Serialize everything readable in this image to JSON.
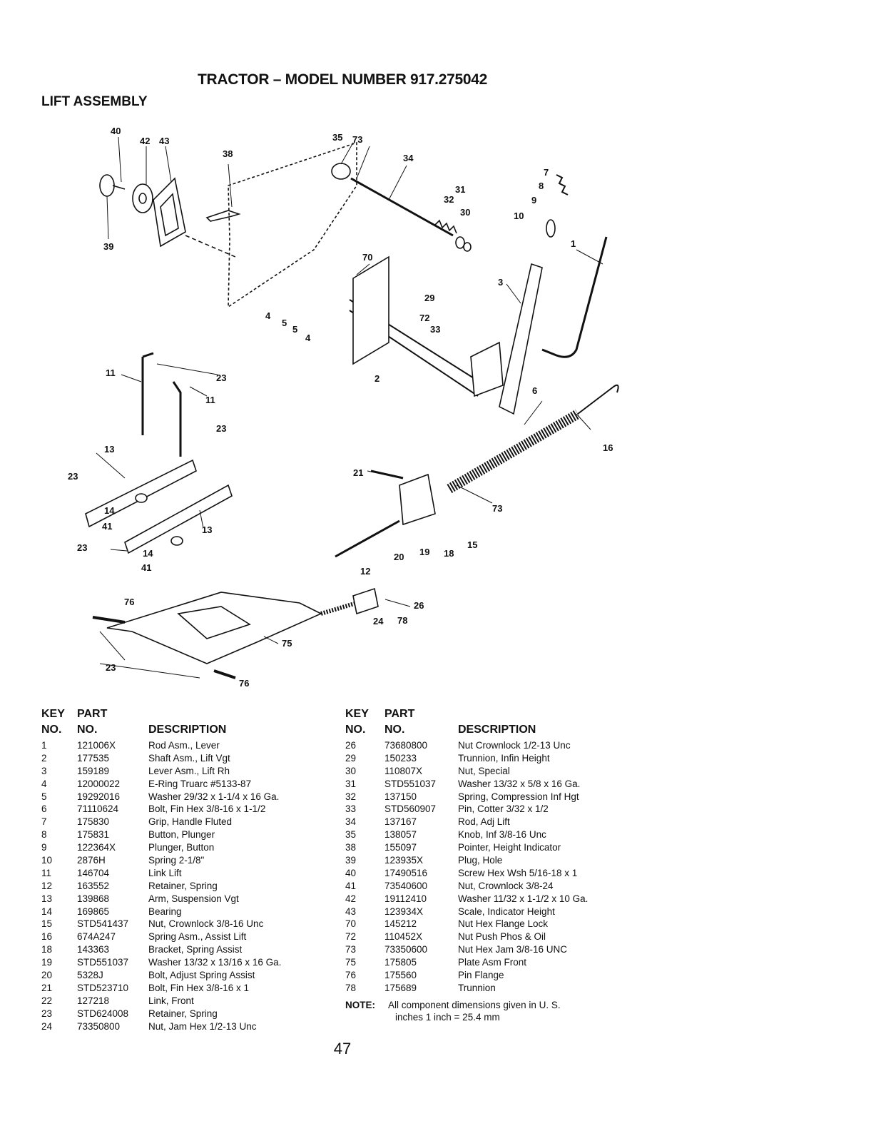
{
  "header": {
    "title": "TRACTOR – MODEL NUMBER 917.275042",
    "section": "LIFT ASSEMBLY"
  },
  "diagram": {
    "callouts": [
      "40",
      "42",
      "43",
      "38",
      "39",
      "35",
      "73",
      "34",
      "7",
      "8",
      "9",
      "10",
      "32",
      "31",
      "30",
      "1",
      "70",
      "3",
      "29",
      "72",
      "33",
      "4",
      "5",
      "5",
      "4",
      "2",
      "11",
      "23",
      "11",
      "6",
      "16",
      "23",
      "13",
      "23",
      "21",
      "73",
      "14",
      "41",
      "13",
      "15",
      "23",
      "14",
      "41",
      "20",
      "19",
      "18",
      "12",
      "76",
      "26",
      "24",
      "78",
      "75",
      "23",
      "76"
    ]
  },
  "parts_table": {
    "headers": {
      "key_line1": "KEY",
      "part_line1": "PART",
      "key_line2": "NO.",
      "part_line2": "NO.",
      "description": "DESCRIPTION"
    },
    "left": [
      {
        "key": "1",
        "part": "121006X",
        "desc": "Rod Asm., Lever"
      },
      {
        "key": "2",
        "part": "177535",
        "desc": "Shaft Asm., Lift Vgt"
      },
      {
        "key": "3",
        "part": "159189",
        "desc": "Lever Asm., Lift Rh"
      },
      {
        "key": "4",
        "part": "12000022",
        "desc": "E-Ring Truarc #5133-87"
      },
      {
        "key": "5",
        "part": "19292016",
        "desc": "Washer 29/32 x 1-1/4 x 16 Ga."
      },
      {
        "key": "6",
        "part": "71110624",
        "desc": "Bolt, Fin Hex 3/8-16 x 1-1/2"
      },
      {
        "key": "7",
        "part": "175830",
        "desc": "Grip, Handle Fluted"
      },
      {
        "key": "8",
        "part": "175831",
        "desc": "Button, Plunger"
      },
      {
        "key": "9",
        "part": "122364X",
        "desc": "Plunger, Button"
      },
      {
        "key": "10",
        "part": "2876H",
        "desc": "Spring 2-1/8\""
      },
      {
        "key": "11",
        "part": "146704",
        "desc": "Link Lift"
      },
      {
        "key": "12",
        "part": "163552",
        "desc": "Retainer, Spring"
      },
      {
        "key": "13",
        "part": "139868",
        "desc": "Arm, Suspension Vgt"
      },
      {
        "key": "14",
        "part": "169865",
        "desc": "Bearing"
      },
      {
        "key": "15",
        "part": "STD541437",
        "desc": "Nut, Crownlock 3/8-16 Unc"
      },
      {
        "key": "16",
        "part": "674A247",
        "desc": "Spring Asm., Assist Lift"
      },
      {
        "key": "18",
        "part": "143363",
        "desc": "Bracket, Spring Assist"
      },
      {
        "key": "19",
        "part": "STD551037",
        "desc": "Washer 13/32 x 13/16 x 16 Ga."
      },
      {
        "key": "20",
        "part": "5328J",
        "desc": "Bolt, Adjust Spring Assist"
      },
      {
        "key": "21",
        "part": "STD523710",
        "desc": "Bolt, Fin Hex 3/8-16 x 1"
      },
      {
        "key": "22",
        "part": "127218",
        "desc": "Link, Front"
      },
      {
        "key": "23",
        "part": "STD624008",
        "desc": "Retainer, Spring"
      },
      {
        "key": "24",
        "part": "73350800",
        "desc": "Nut, Jam Hex 1/2-13 Unc"
      }
    ],
    "right": [
      {
        "key": "26",
        "part": "73680800",
        "desc": "Nut Crownlock 1/2-13 Unc"
      },
      {
        "key": "29",
        "part": "150233",
        "desc": "Trunnion, Infin Height"
      },
      {
        "key": "30",
        "part": "110807X",
        "desc": "Nut, Special"
      },
      {
        "key": "31",
        "part": "STD551037",
        "desc": "Washer 13/32 x 5/8 x 16 Ga."
      },
      {
        "key": "32",
        "part": "137150",
        "desc": "Spring, Compression Inf Hgt"
      },
      {
        "key": "33",
        "part": "STD560907",
        "desc": "Pin, Cotter 3/32 x 1/2"
      },
      {
        "key": "34",
        "part": "137167",
        "desc": "Rod, Adj Lift"
      },
      {
        "key": "35",
        "part": "138057",
        "desc": "Knob, Inf 3/8-16 Unc"
      },
      {
        "key": "38",
        "part": "155097",
        "desc": "Pointer, Height Indicator"
      },
      {
        "key": "39",
        "part": "123935X",
        "desc": "Plug, Hole"
      },
      {
        "key": "40",
        "part": "17490516",
        "desc": "Screw Hex Wsh 5/16-18 x 1"
      },
      {
        "key": "41",
        "part": "73540600",
        "desc": "Nut, Crownlock 3/8-24"
      },
      {
        "key": "42",
        "part": "19112410",
        "desc": "Washer 11/32 x 1-1/2 x 10 Ga."
      },
      {
        "key": "43",
        "part": "123934X",
        "desc": "Scale, Indicator Height"
      },
      {
        "key": "70",
        "part": "145212",
        "desc": "Nut Hex Flange Lock"
      },
      {
        "key": "72",
        "part": "110452X",
        "desc": "Nut Push Phos & Oil"
      },
      {
        "key": "73",
        "part": "73350600",
        "desc": "Nut Hex Jam 3/8-16 UNC"
      },
      {
        "key": "75",
        "part": "175805",
        "desc": "Plate Asm Front"
      },
      {
        "key": "76",
        "part": "175560",
        "desc": "Pin Flange"
      },
      {
        "key": "78",
        "part": "175689",
        "desc": "Trunnion"
      }
    ],
    "note": {
      "label": "NOTE:",
      "line1": "All component dimensions given in U. S.",
      "line2": "inches 1 inch = 25.4 mm"
    }
  },
  "page_number": "47"
}
